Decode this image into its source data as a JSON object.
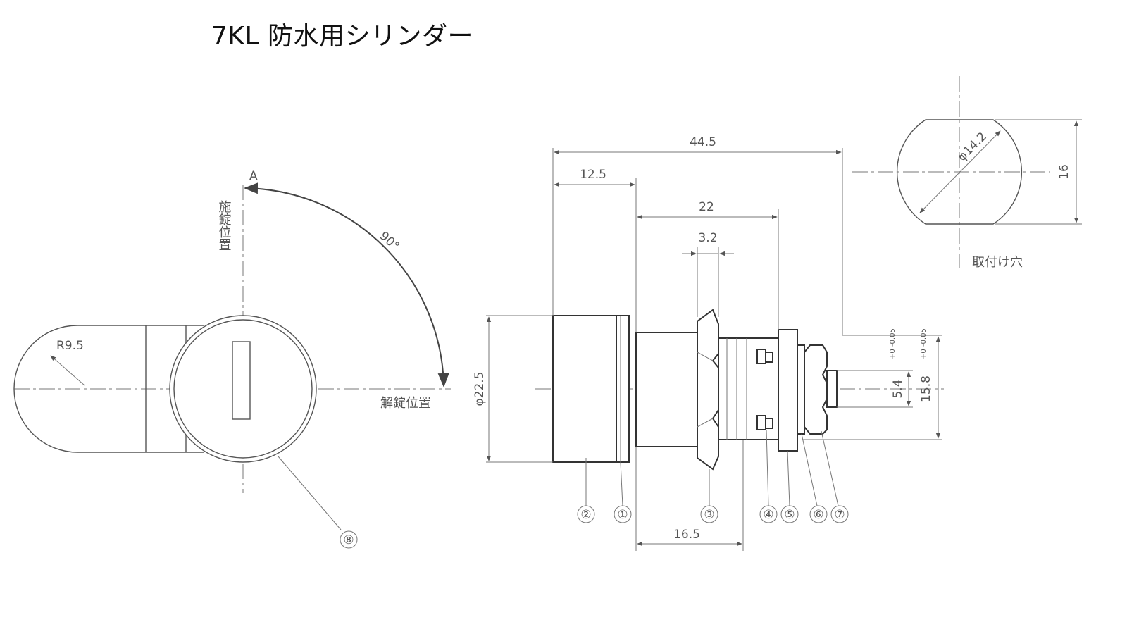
{
  "title": "7KL 防水用シリンダー",
  "front_view": {
    "axis_label_a": "A",
    "locked_position": "施錠位置",
    "unlocked_position": "解錠位置",
    "angle": "90°",
    "radius": "R9.5",
    "balloon_8": "⑧"
  },
  "side_view": {
    "dim_overall": "44.5",
    "dim_head": "12.5",
    "dim_body": "22",
    "dim_nut": "3.2",
    "dim_thread": "16.5",
    "dim_diameter": "φ22.5",
    "dim_key_slot": "5.4",
    "dim_key_slot_tol": "+0 -0.05",
    "dim_flat": "15.8",
    "dim_flat_tol": "+0 -0.05",
    "balloons": [
      "②",
      "①",
      "③",
      "④",
      "⑤",
      "⑥",
      "⑦"
    ]
  },
  "mounting_hole": {
    "label": "取付け穴",
    "diameter": "φ14.2",
    "width": "16"
  }
}
